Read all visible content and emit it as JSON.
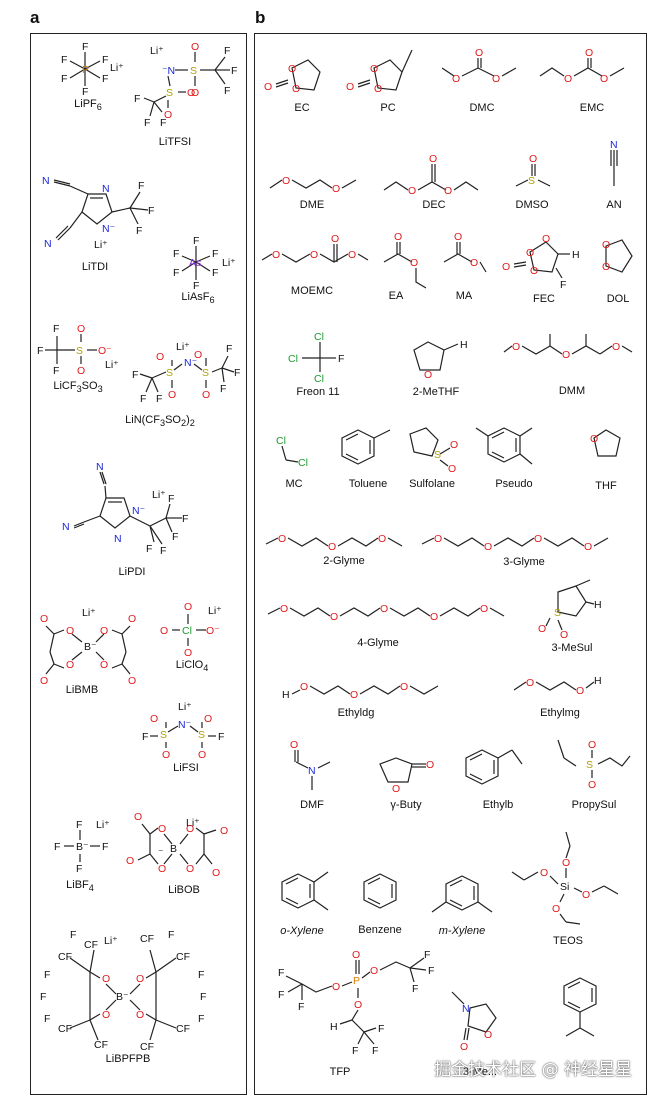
{
  "panels": {
    "a": {
      "letter": "a"
    },
    "b": {
      "letter": "b"
    }
  },
  "salts": [
    {
      "id": "lipf6",
      "label": "LiPF6"
    },
    {
      "id": "litfsi",
      "label": "LiTFSI"
    },
    {
      "id": "litdi",
      "label": "LiTDI"
    },
    {
      "id": "liasf6",
      "label": "LiAsF6"
    },
    {
      "id": "licf3so3",
      "label": "LiCF3SO3"
    },
    {
      "id": "lincf3so2",
      "label": "LiN(CF3SO2)2"
    },
    {
      "id": "lipdi",
      "label": "LiPDI"
    },
    {
      "id": "libmb",
      "label": "LiBMB"
    },
    {
      "id": "liclo4",
      "label": "LiClO4"
    },
    {
      "id": "lifsi",
      "label": "LiFSI"
    },
    {
      "id": "libf4",
      "label": "LiBF4"
    },
    {
      "id": "libob",
      "label": "LiBOB"
    },
    {
      "id": "libpfpb",
      "label": "LiBPFPB"
    }
  ],
  "solvents": [
    {
      "id": "ec",
      "label": "EC"
    },
    {
      "id": "pc",
      "label": "PC"
    },
    {
      "id": "dmc",
      "label": "DMC"
    },
    {
      "id": "emc",
      "label": "EMC"
    },
    {
      "id": "dme",
      "label": "DME"
    },
    {
      "id": "dec",
      "label": "DEC"
    },
    {
      "id": "dmso",
      "label": "DMSO"
    },
    {
      "id": "an",
      "label": "AN"
    },
    {
      "id": "moemc",
      "label": "MOEMC"
    },
    {
      "id": "ea",
      "label": "EA"
    },
    {
      "id": "ma",
      "label": "MA"
    },
    {
      "id": "fec",
      "label": "FEC"
    },
    {
      "id": "dol",
      "label": "DOL"
    },
    {
      "id": "freon11",
      "label": "Freon 11"
    },
    {
      "id": "methf",
      "label": "2-MeTHF"
    },
    {
      "id": "dmm",
      "label": "DMM"
    },
    {
      "id": "mc",
      "label": "MC"
    },
    {
      "id": "toluene",
      "label": "Toluene"
    },
    {
      "id": "sulfolane",
      "label": "Sulfolane"
    },
    {
      "id": "pseudo",
      "label": "Pseudo"
    },
    {
      "id": "thf",
      "label": "THF"
    },
    {
      "id": "glyme2",
      "label": "2-Glyme"
    },
    {
      "id": "glyme3",
      "label": "3-Glyme"
    },
    {
      "id": "glyme4",
      "label": "4-Glyme"
    },
    {
      "id": "mesul",
      "label": "3-MeSul"
    },
    {
      "id": "ethyldg",
      "label": "Ethyldg"
    },
    {
      "id": "ethylmg",
      "label": "Ethylmg"
    },
    {
      "id": "dmf",
      "label": "DMF"
    },
    {
      "id": "gbuty",
      "label": "γ-Buty"
    },
    {
      "id": "ethylb",
      "label": "Ethylb"
    },
    {
      "id": "propysul",
      "label": "PropySul"
    },
    {
      "id": "oxylene",
      "label": "o-Xylene"
    },
    {
      "id": "benzene",
      "label": "Benzene"
    },
    {
      "id": "mxylene",
      "label": "m-Xylene"
    },
    {
      "id": "teos",
      "label": "TEOS"
    },
    {
      "id": "tfp",
      "label": "TFP"
    },
    {
      "id": "meox",
      "label": "3-Me..."
    },
    {
      "id": "cumene",
      "label": ""
    }
  ],
  "watermark": "掘金技术社区 @ 神经星星"
}
